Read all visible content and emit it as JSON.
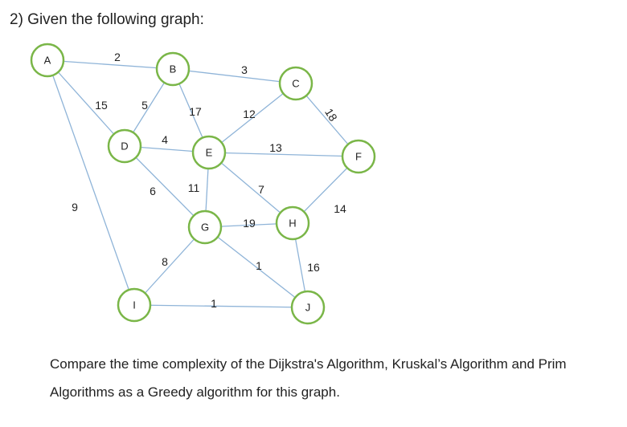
{
  "heading": "2)  Given the following graph:",
  "question": "Compare the time complexity of the Dijkstra's Algorithm, Kruskal’s Algorithm and Prim Algorithms as a Greedy algorithm for this graph.",
  "colors": {
    "node_border": "#7ab648",
    "edge": "#8fb4d8"
  },
  "graph": {
    "nodes": [
      "A",
      "B",
      "C",
      "D",
      "E",
      "F",
      "G",
      "H",
      "I",
      "J"
    ],
    "edges": [
      {
        "from": "A",
        "to": "B",
        "weight": "2"
      },
      {
        "from": "A",
        "to": "D",
        "weight": "15"
      },
      {
        "from": "A",
        "to": "I",
        "weight": "9"
      },
      {
        "from": "B",
        "to": "C",
        "weight": "3"
      },
      {
        "from": "B",
        "to": "D",
        "weight": "5"
      },
      {
        "from": "B",
        "to": "E",
        "weight": "17"
      },
      {
        "from": "C",
        "to": "E",
        "weight": "12"
      },
      {
        "from": "C",
        "to": "F",
        "weight": "18"
      },
      {
        "from": "D",
        "to": "E",
        "weight": "4"
      },
      {
        "from": "D",
        "to": "G",
        "weight": "6"
      },
      {
        "from": "E",
        "to": "F",
        "weight": "13"
      },
      {
        "from": "E",
        "to": "G",
        "weight": "11"
      },
      {
        "from": "E",
        "to": "H",
        "weight": "7"
      },
      {
        "from": "F",
        "to": "H",
        "weight": "14"
      },
      {
        "from": "G",
        "to": "H",
        "weight": "19"
      },
      {
        "from": "G",
        "to": "I",
        "weight": "8"
      },
      {
        "from": "G",
        "to": "J",
        "weight": "1"
      },
      {
        "from": "H",
        "to": "J",
        "weight": "16"
      },
      {
        "from": "I",
        "to": "J",
        "weight": "1"
      }
    ]
  }
}
